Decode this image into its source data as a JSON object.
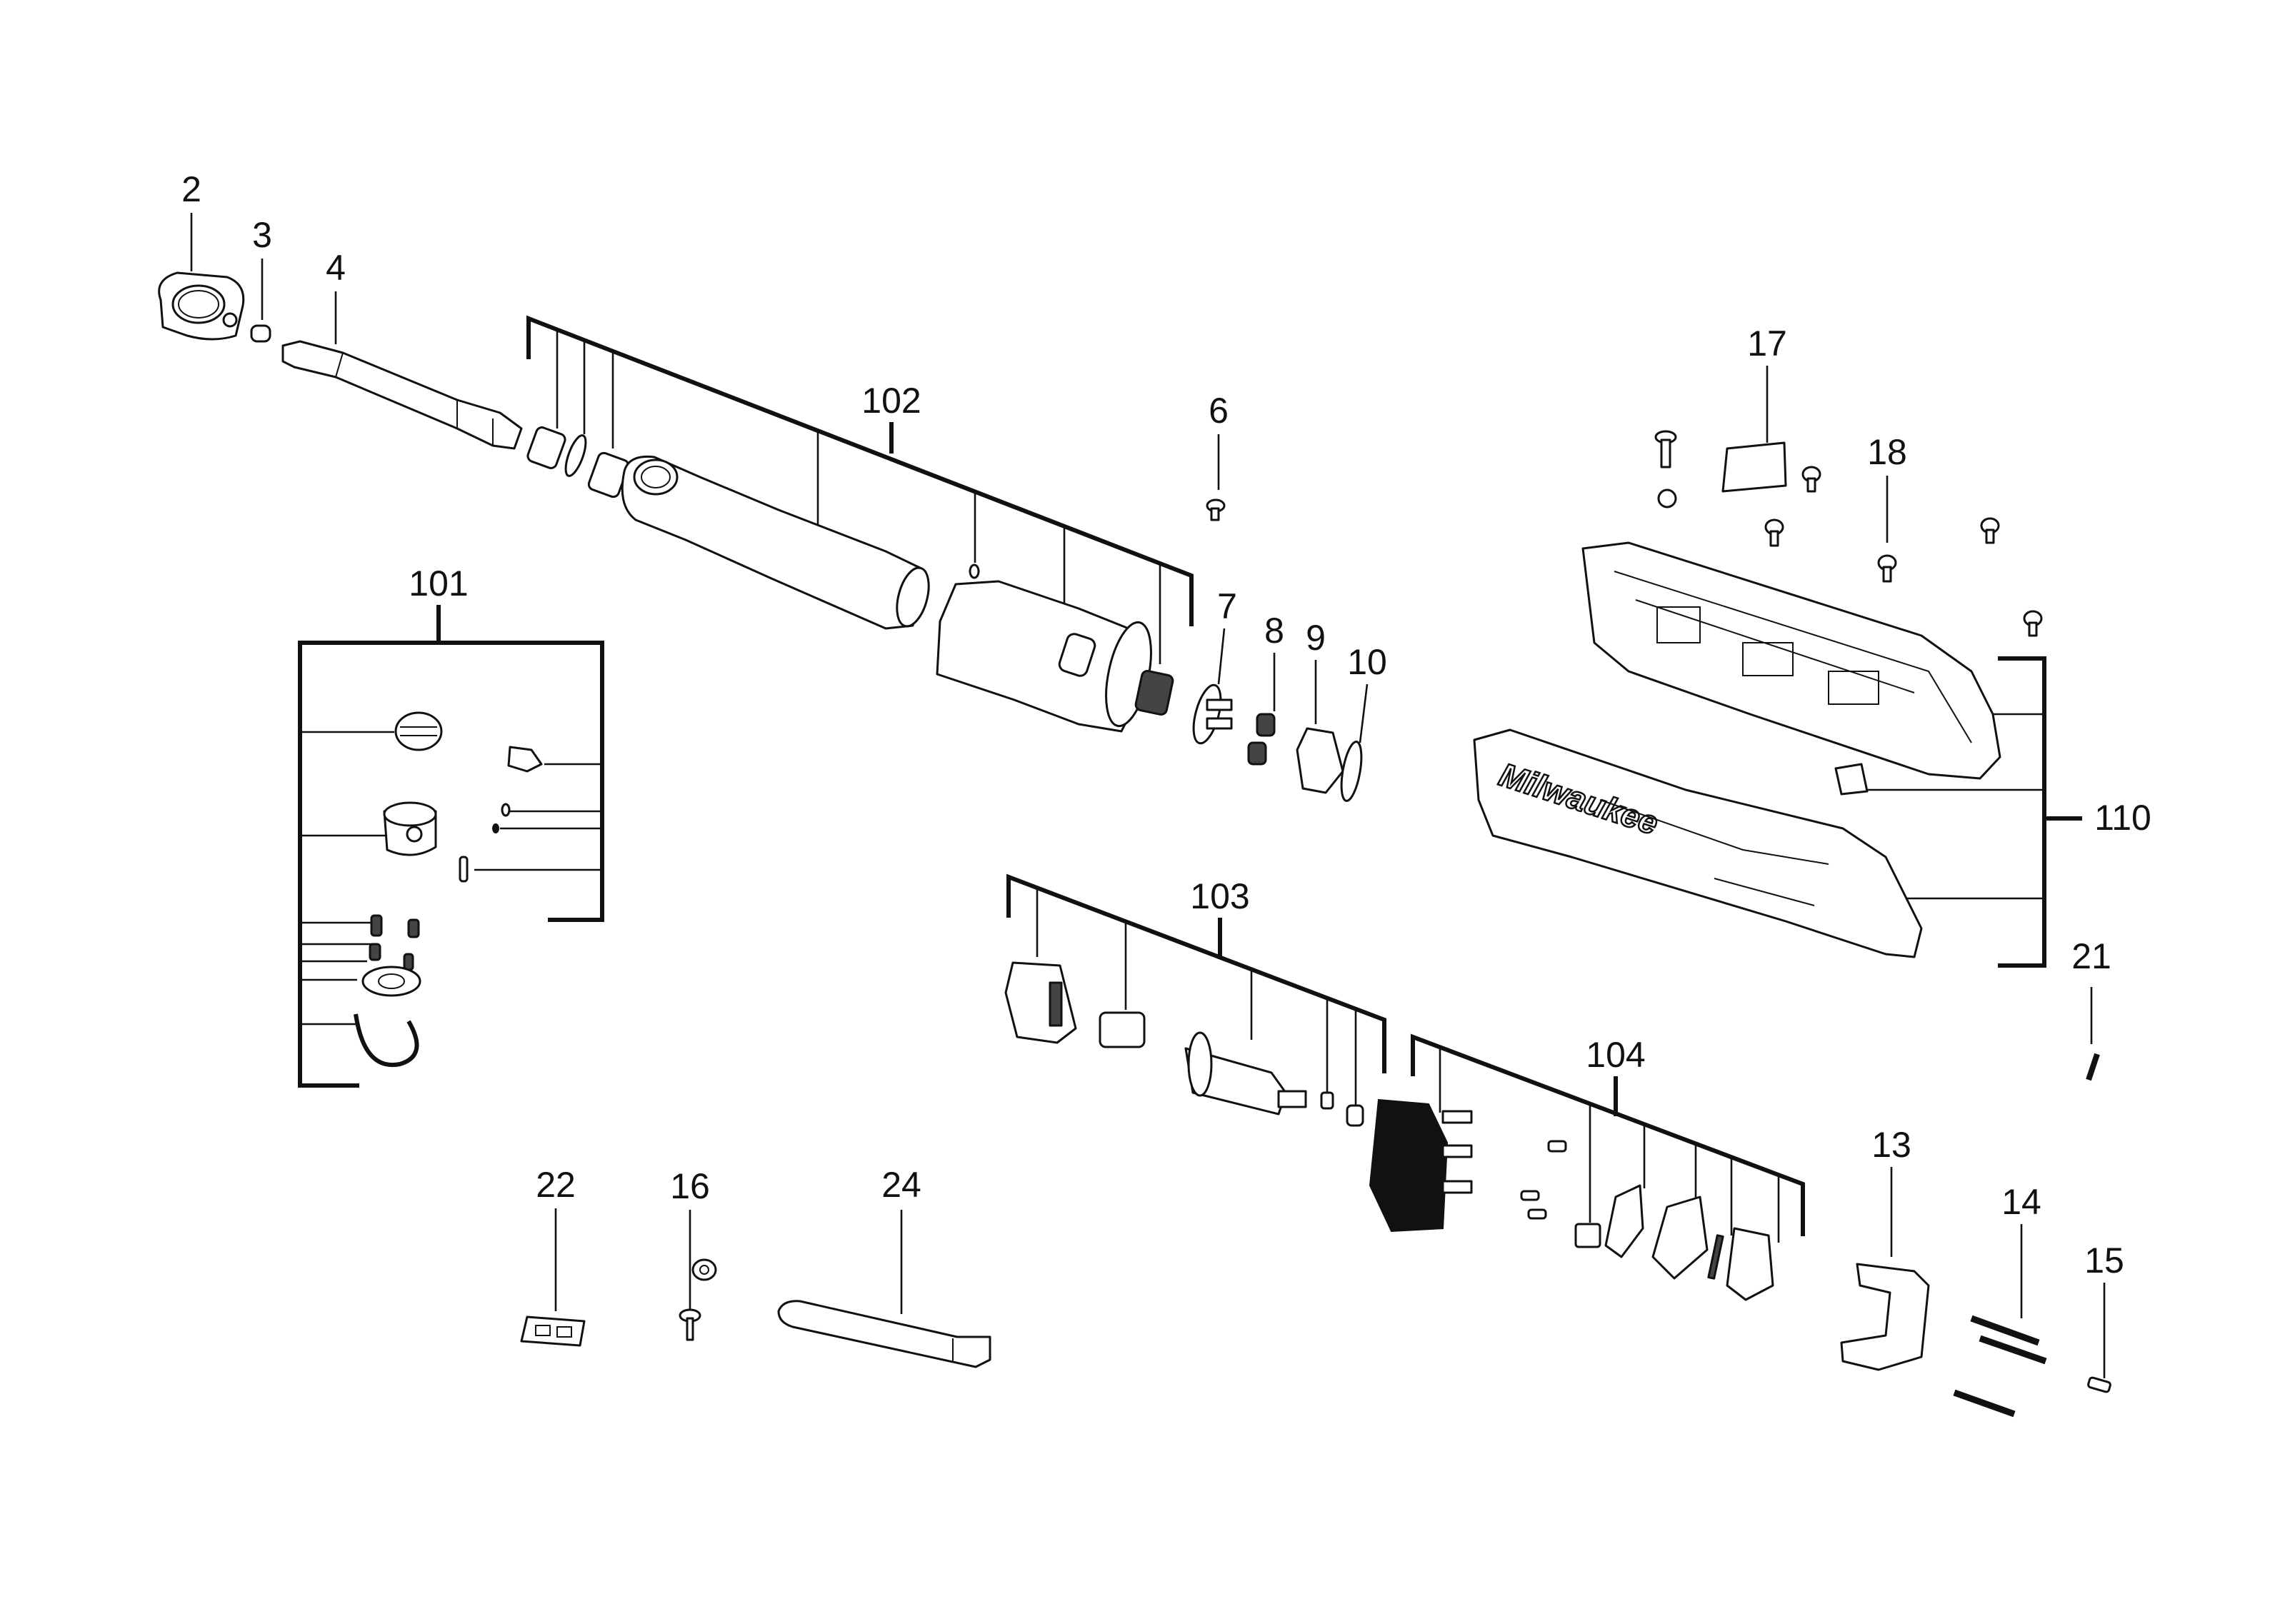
{
  "part_labels": [
    "2",
    "3",
    "4",
    "6",
    "7",
    "8",
    "9",
    "10",
    "13",
    "14",
    "15",
    "16",
    "17",
    "18",
    "21",
    "22",
    "24"
  ],
  "assembly_labels": [
    "101",
    "102",
    "103",
    "104",
    "110"
  ],
  "brand_text": "Milwaukee"
}
